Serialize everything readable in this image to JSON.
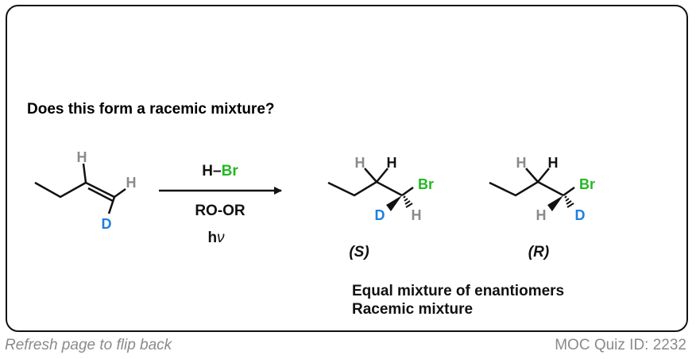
{
  "question": "Does this form a racemic mixture?",
  "reactant": {
    "h_top": "H",
    "h_right": "H",
    "d": "D"
  },
  "reagents": {
    "hbr_h": "H",
    "hbr_dash": "–",
    "hbr_br": "Br",
    "peroxide": "RO-OR",
    "light_h": "h",
    "light_nu": "ν"
  },
  "product_s": {
    "h_gray": "H",
    "h_black": "H",
    "br": "Br",
    "d": "D",
    "h_hash": "H",
    "label": "(S)"
  },
  "product_r": {
    "h_gray": "H",
    "h_black": "H",
    "br": "Br",
    "h_wedge": "H",
    "d": "D",
    "label": "(R)"
  },
  "conclusion": {
    "line1": "Equal mixture of enantiomers",
    "line2": "Racemic mixture"
  },
  "footer": {
    "left": "Refresh page to flip back",
    "right": "MOC Quiz ID: 2232"
  },
  "colors": {
    "hydrogen": "#8a8a8a",
    "bromine": "#22b822",
    "deuterium": "#1e7fe0",
    "bond": "#111111"
  }
}
